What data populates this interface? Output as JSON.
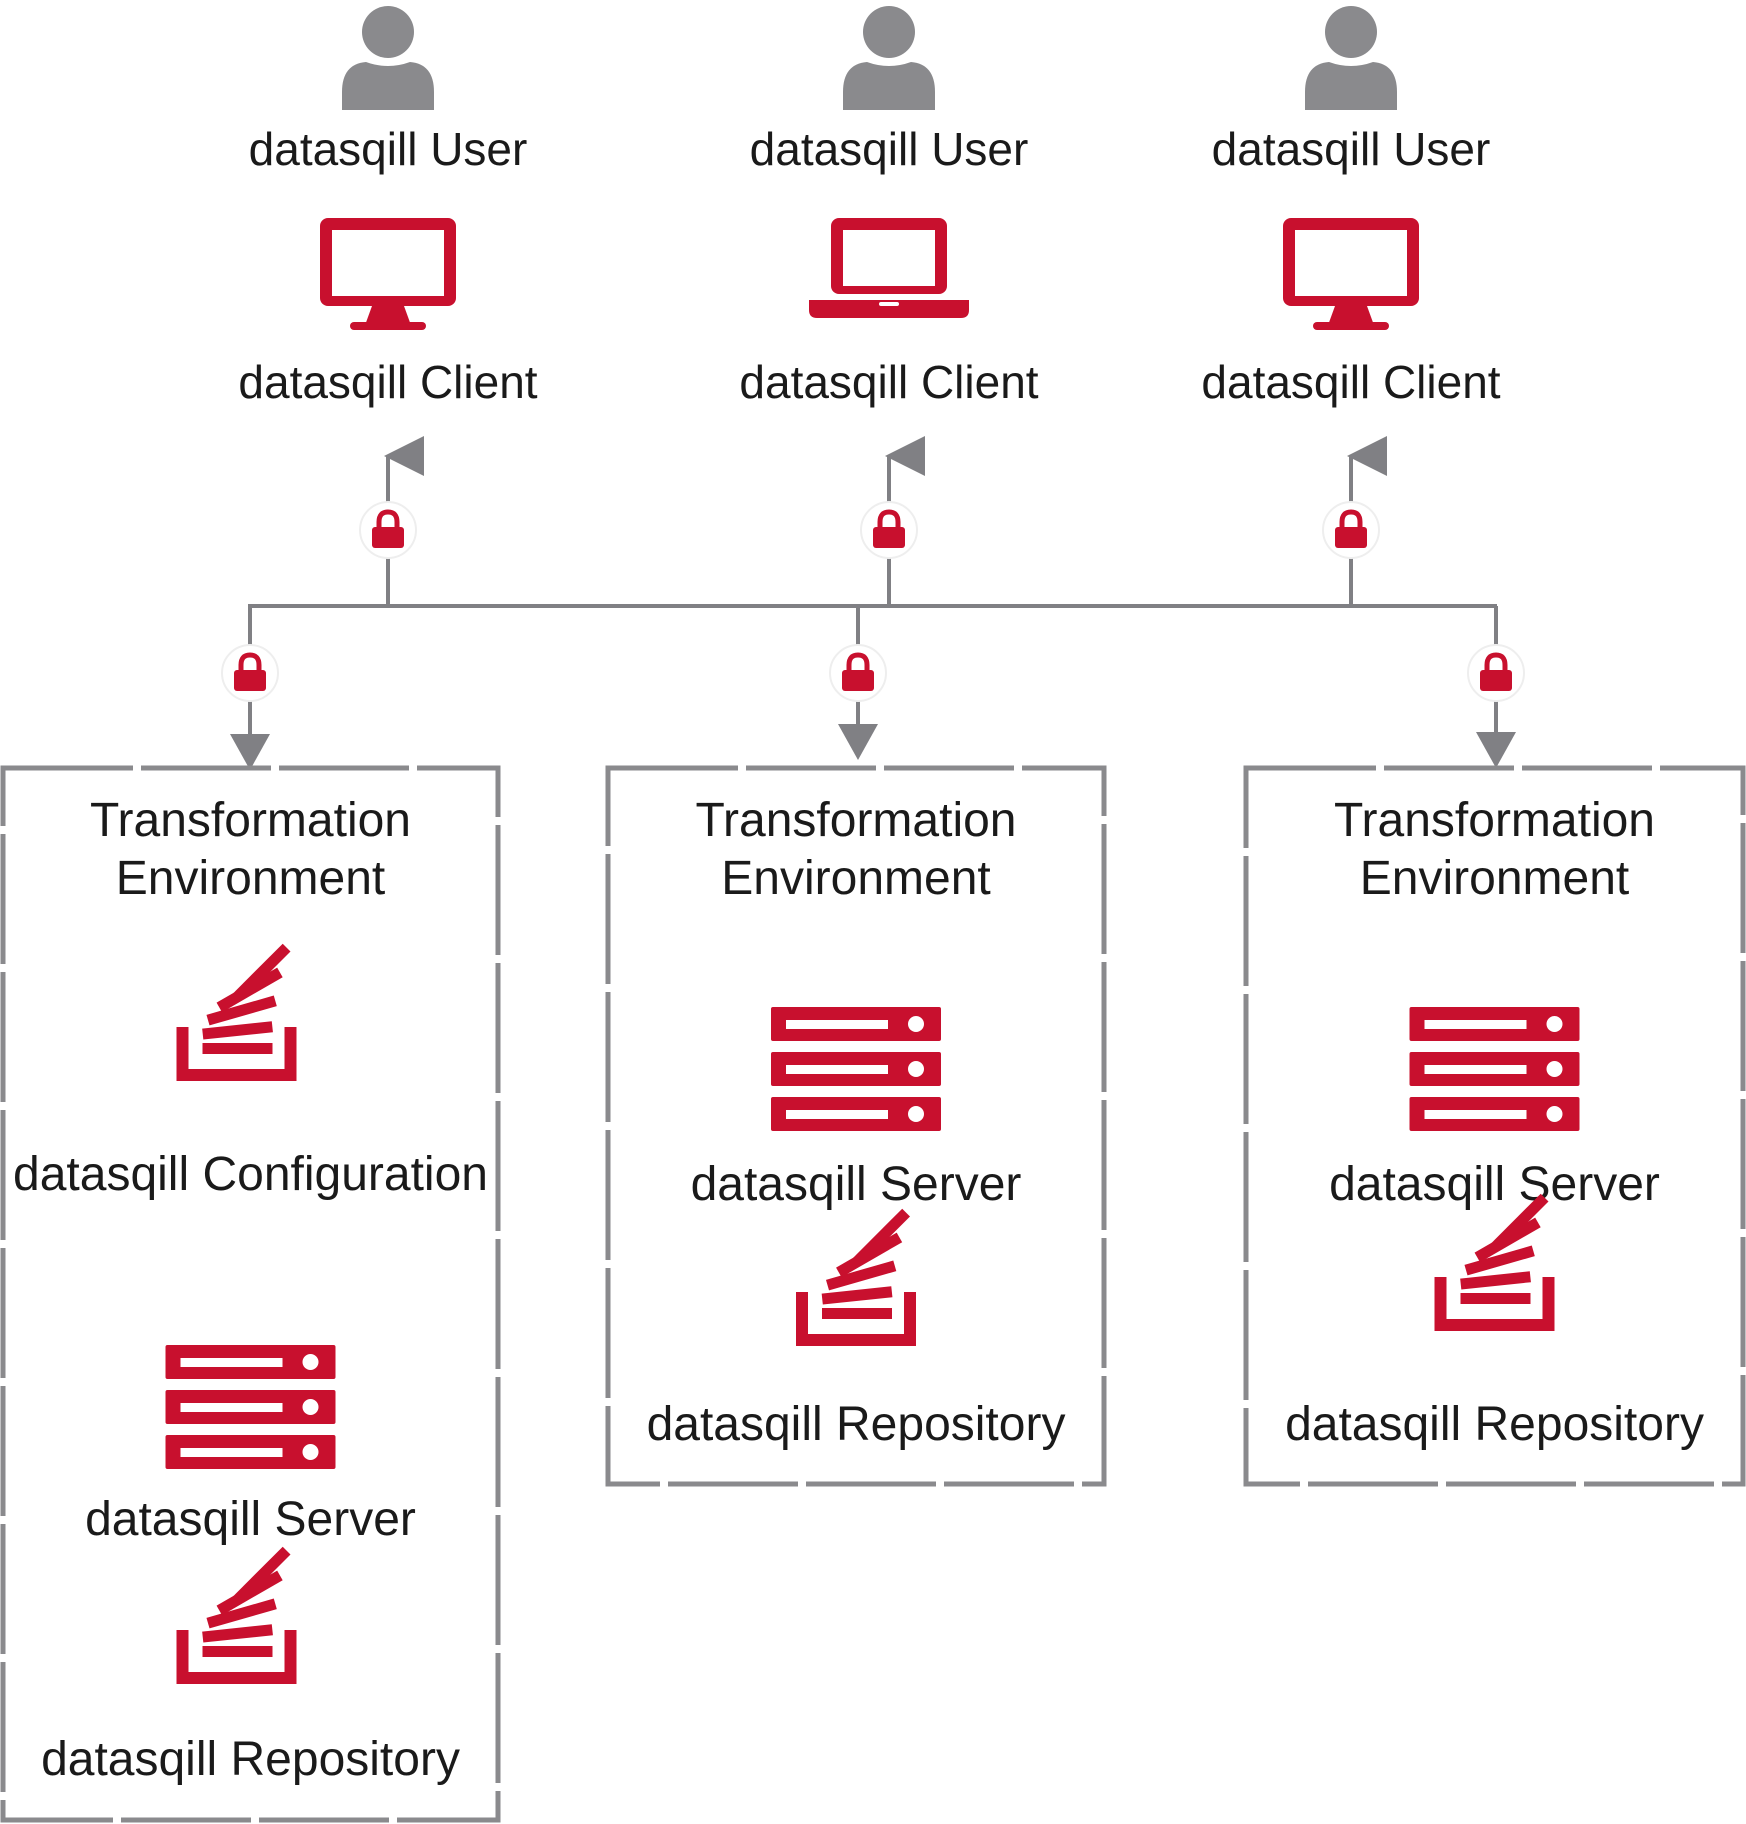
{
  "colors": {
    "accent_red": "#c8102e",
    "connector_gray": "#808084",
    "user_gray": "#8a8a8d",
    "text": "#1a1a1a",
    "background": "#ffffff"
  },
  "clients": [
    {
      "user_label": "datasqill User",
      "client_label": "datasqill Client",
      "device_icon": "desktop-monitor-icon"
    },
    {
      "user_label": "datasqill User",
      "client_label": "datasqill Client",
      "device_icon": "laptop-icon"
    },
    {
      "user_label": "datasqill User",
      "client_label": "datasqill Client",
      "device_icon": "desktop-monitor-icon"
    }
  ],
  "environments": [
    {
      "title_line1": "Transformation",
      "title_line2": "Environment",
      "components": [
        {
          "icon": "stack-icon",
          "label": "datasqill Configuration"
        },
        {
          "icon": "server-icon",
          "label": "datasqill Server"
        },
        {
          "icon": "stack-icon",
          "label": "datasqill Repository"
        }
      ]
    },
    {
      "title_line1": "Transformation",
      "title_line2": "Environment",
      "components": [
        {
          "icon": "server-icon",
          "label": "datasqill Server"
        },
        {
          "icon": "stack-icon",
          "label": "datasqill Repository"
        }
      ]
    },
    {
      "title_line1": "Transformation",
      "title_line2": "Environment",
      "components": [
        {
          "icon": "server-icon",
          "label": "datasqill Server"
        },
        {
          "icon": "stack-icon",
          "label": "datasqill Repository"
        }
      ]
    }
  ],
  "connection_icon": "lock-icon"
}
